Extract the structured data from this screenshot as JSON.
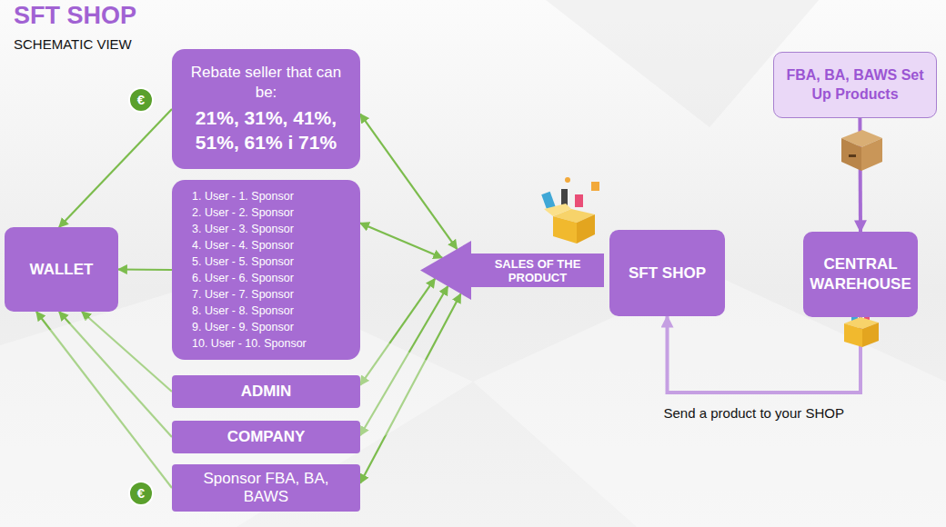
{
  "diagram": {
    "title": "SFT SHOP",
    "nodes": [
      {
        "text": [
          "Rebate seller that can be:",
          "21%, 31%, 41%, 51%, 61% i 71%"
        ]
      },
      {
        "text": [
          "1. User - 1. Sponsor",
          "2. User - 2. Sponsor",
          "3. User - 3. Sponsor",
          "4. User - 4. Sponsor",
          "5. User - 5. Sponsor",
          "6. User - 6. Sponsor",
          "7. User - 7. Sponsor",
          "8. User - 8. Sponsor",
          "9. User - 9. Sponsor",
          "10. User - 10. Sponsor"
        ]
      },
      {
        "text": [
          "WALLET"
        ]
      },
      {
        "text": [
          "ADMIN"
        ]
      },
      {
        "text": [
          "COMPANY"
        ]
      },
      {
        "text": [
          "Sponsor FBA, BA, BAWS"
        ]
      },
      {
        "text": [
          "SALES OF THE PRODUCT"
        ]
      },
      {
        "text": [
          "SFT SHOP"
        ]
      },
      {
        "text": [
          "CENTRAL WAREHOUSE"
        ]
      },
      {
        "text": [
          "FBA, BA, BAWS Set Up Products"
        ]
      }
    ],
    "edges": [
      {
        "from": 0,
        "to": 2,
        "arrow": "to"
      },
      {
        "from": 1,
        "to": 2,
        "arrow": "to"
      },
      {
        "from": 3,
        "to": 2,
        "arrow": "to"
      },
      {
        "from": 4,
        "to": 2,
        "arrow": "to"
      },
      {
        "from": 5,
        "to": 2,
        "arrow": "to"
      },
      {
        "from": 6,
        "to": 0,
        "arrow": "both"
      },
      {
        "from": 6,
        "to": 1,
        "arrow": "both"
      },
      {
        "from": 6,
        "to": 3,
        "arrow": "both"
      },
      {
        "from": 6,
        "to": 4,
        "arrow": "both"
      },
      {
        "from": 6,
        "to": 5,
        "arrow": "both"
      },
      {
        "from": 9,
        "to": 8,
        "arrow": "to"
      },
      {
        "from": 8,
        "to": 7,
        "label": "Send a product to your SHOP",
        "arrow": "to"
      }
    ],
    "labels": [
      "SCHEMATIC VIEW",
      "€",
      "€"
    ]
  }
}
